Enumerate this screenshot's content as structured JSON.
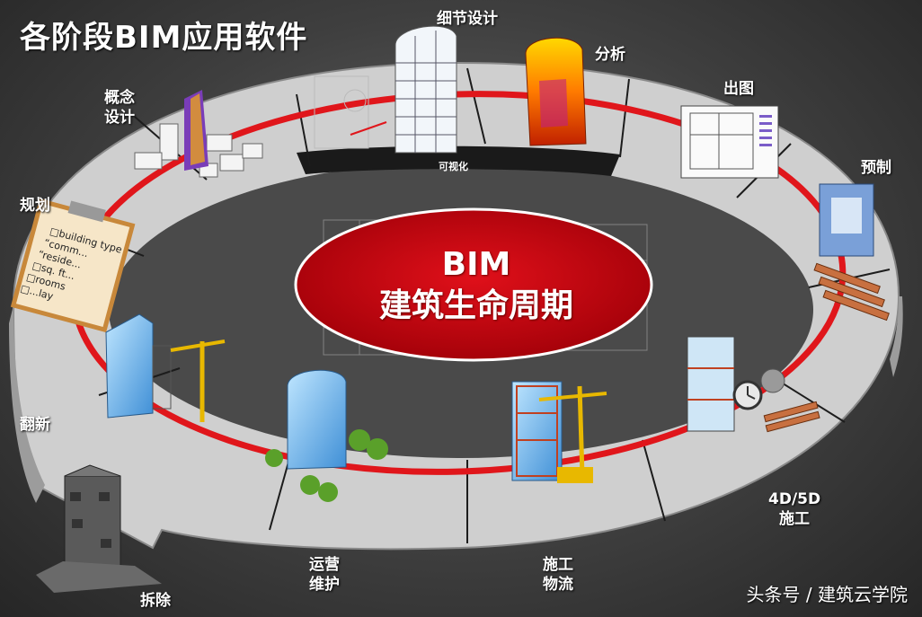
{
  "title": "各阶段BIM应用软件",
  "center": {
    "line1": "BIM",
    "line2": "建筑生命周期"
  },
  "inner_label": "可视化",
  "stages": [
    {
      "id": "planning",
      "label": "规划"
    },
    {
      "id": "concept",
      "label": "概念\n设计"
    },
    {
      "id": "detail",
      "label": "细节设计"
    },
    {
      "id": "analysis",
      "label": "分析"
    },
    {
      "id": "drawing",
      "label": "出图"
    },
    {
      "id": "prefab",
      "label": "预制"
    },
    {
      "id": "construction-4d5d",
      "label": "4D/5D\n施工"
    },
    {
      "id": "logistics",
      "label": "施工\n物流"
    },
    {
      "id": "operation",
      "label": "运营\n维护"
    },
    {
      "id": "demolition",
      "label": "拆除"
    },
    {
      "id": "renovation",
      "label": "翻新"
    }
  ],
  "checklist_text": [
    "□building type",
    "“comm...",
    "“reside...",
    "□sq. ft...",
    "□rooms",
    "□...lay"
  ],
  "watermark": "头条号 / 建筑云学院",
  "colors": {
    "ring": "#d8d8d8",
    "ring_edge": "#9a9a9a",
    "red_ring": "#e0161b",
    "center_fill": "#c8060c",
    "text": "#ffffff"
  }
}
